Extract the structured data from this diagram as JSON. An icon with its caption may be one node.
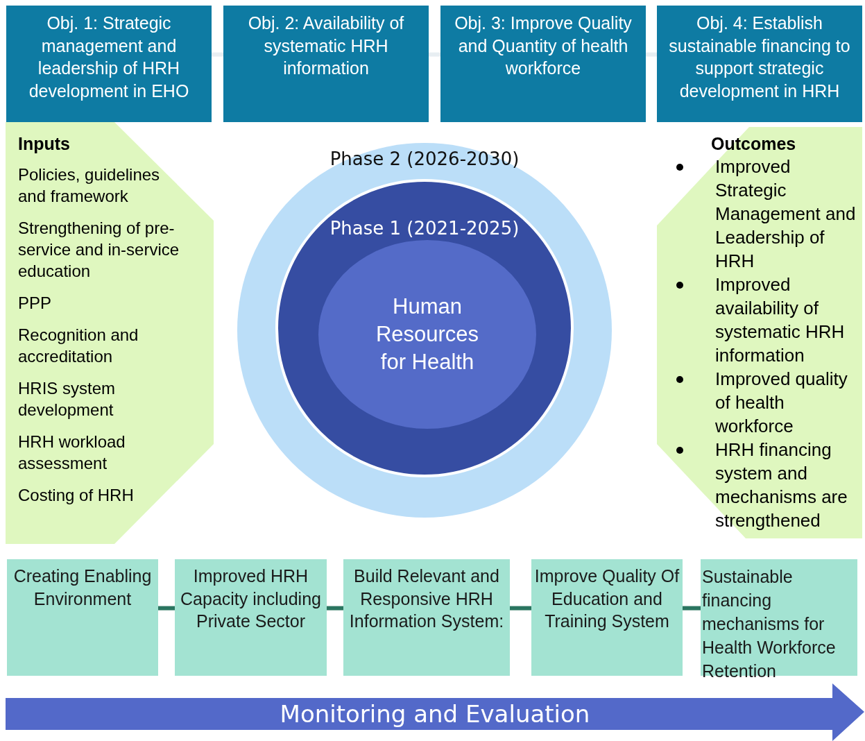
{
  "diagram": {
    "nodes": [
      {
        "text": [
          "Obj. 1: Strategic management and leadership of HRH development in EHO"
        ]
      },
      {
        "text": [
          "Obj. 2: Availability of systematic HRH information"
        ]
      },
      {
        "text": [
          "Obj. 3: Improve Quality and Quantity of health workforce"
        ]
      },
      {
        "text": [
          "Obj. 4: Establish sustainable financing to support strategic development in HRH"
        ]
      },
      {
        "text": [
          "Inputs",
          "Policies, guidelines and framework",
          "Strengthening of pre-service and in-service education",
          "PPP",
          "Recognition and accreditation",
          "HRIS system development",
          "HRH workload assessment",
          "Costing of HRH"
        ]
      },
      {
        "text": [
          "Outcomes",
          "Improved Strategic Management and Leadership of HRH",
          "Improved availability of systematic HRH information",
          "Improved quality of health workforce",
          "HRH financing system and mechanisms are strengthened"
        ]
      },
      {
        "text": [
          "Phase 2 (2026-2030)"
        ]
      },
      {
        "text": [
          "Phase 1 (2021-2025)"
        ],
        "in": 6
      },
      {
        "text": [
          "Human Resources for Health"
        ],
        "in": 7
      },
      {
        "text": [
          "Creating Enabling Environment"
        ]
      },
      {
        "text": [
          "Improved HRH Capacity including Private Sector"
        ]
      },
      {
        "text": [
          "Build Relevant and Responsive HRH Information System:"
        ]
      },
      {
        "text": [
          "Improve Quality Of Education and Training System"
        ]
      },
      {
        "text": [
          "Sustainable financing mechanisms for Health Workforce Retention"
        ]
      },
      {
        "text": [
          "Monitoring and Evaluation"
        ]
      }
    ],
    "edges": [
      {
        "from": 0,
        "to": 1,
        "arrow": "none",
        "color": "#e8eef2"
      },
      {
        "from": 1,
        "to": 2,
        "arrow": "none",
        "color": "#e8eef2"
      },
      {
        "from": 2,
        "to": 3,
        "arrow": "none",
        "color": "#e8eef2"
      },
      {
        "from": 9,
        "to": 10,
        "arrow": "none"
      },
      {
        "from": 10,
        "to": 11,
        "arrow": "none"
      },
      {
        "from": 11,
        "to": 12,
        "arrow": "none"
      },
      {
        "from": 12,
        "to": 13,
        "arrow": "none"
      }
    ]
  }
}
